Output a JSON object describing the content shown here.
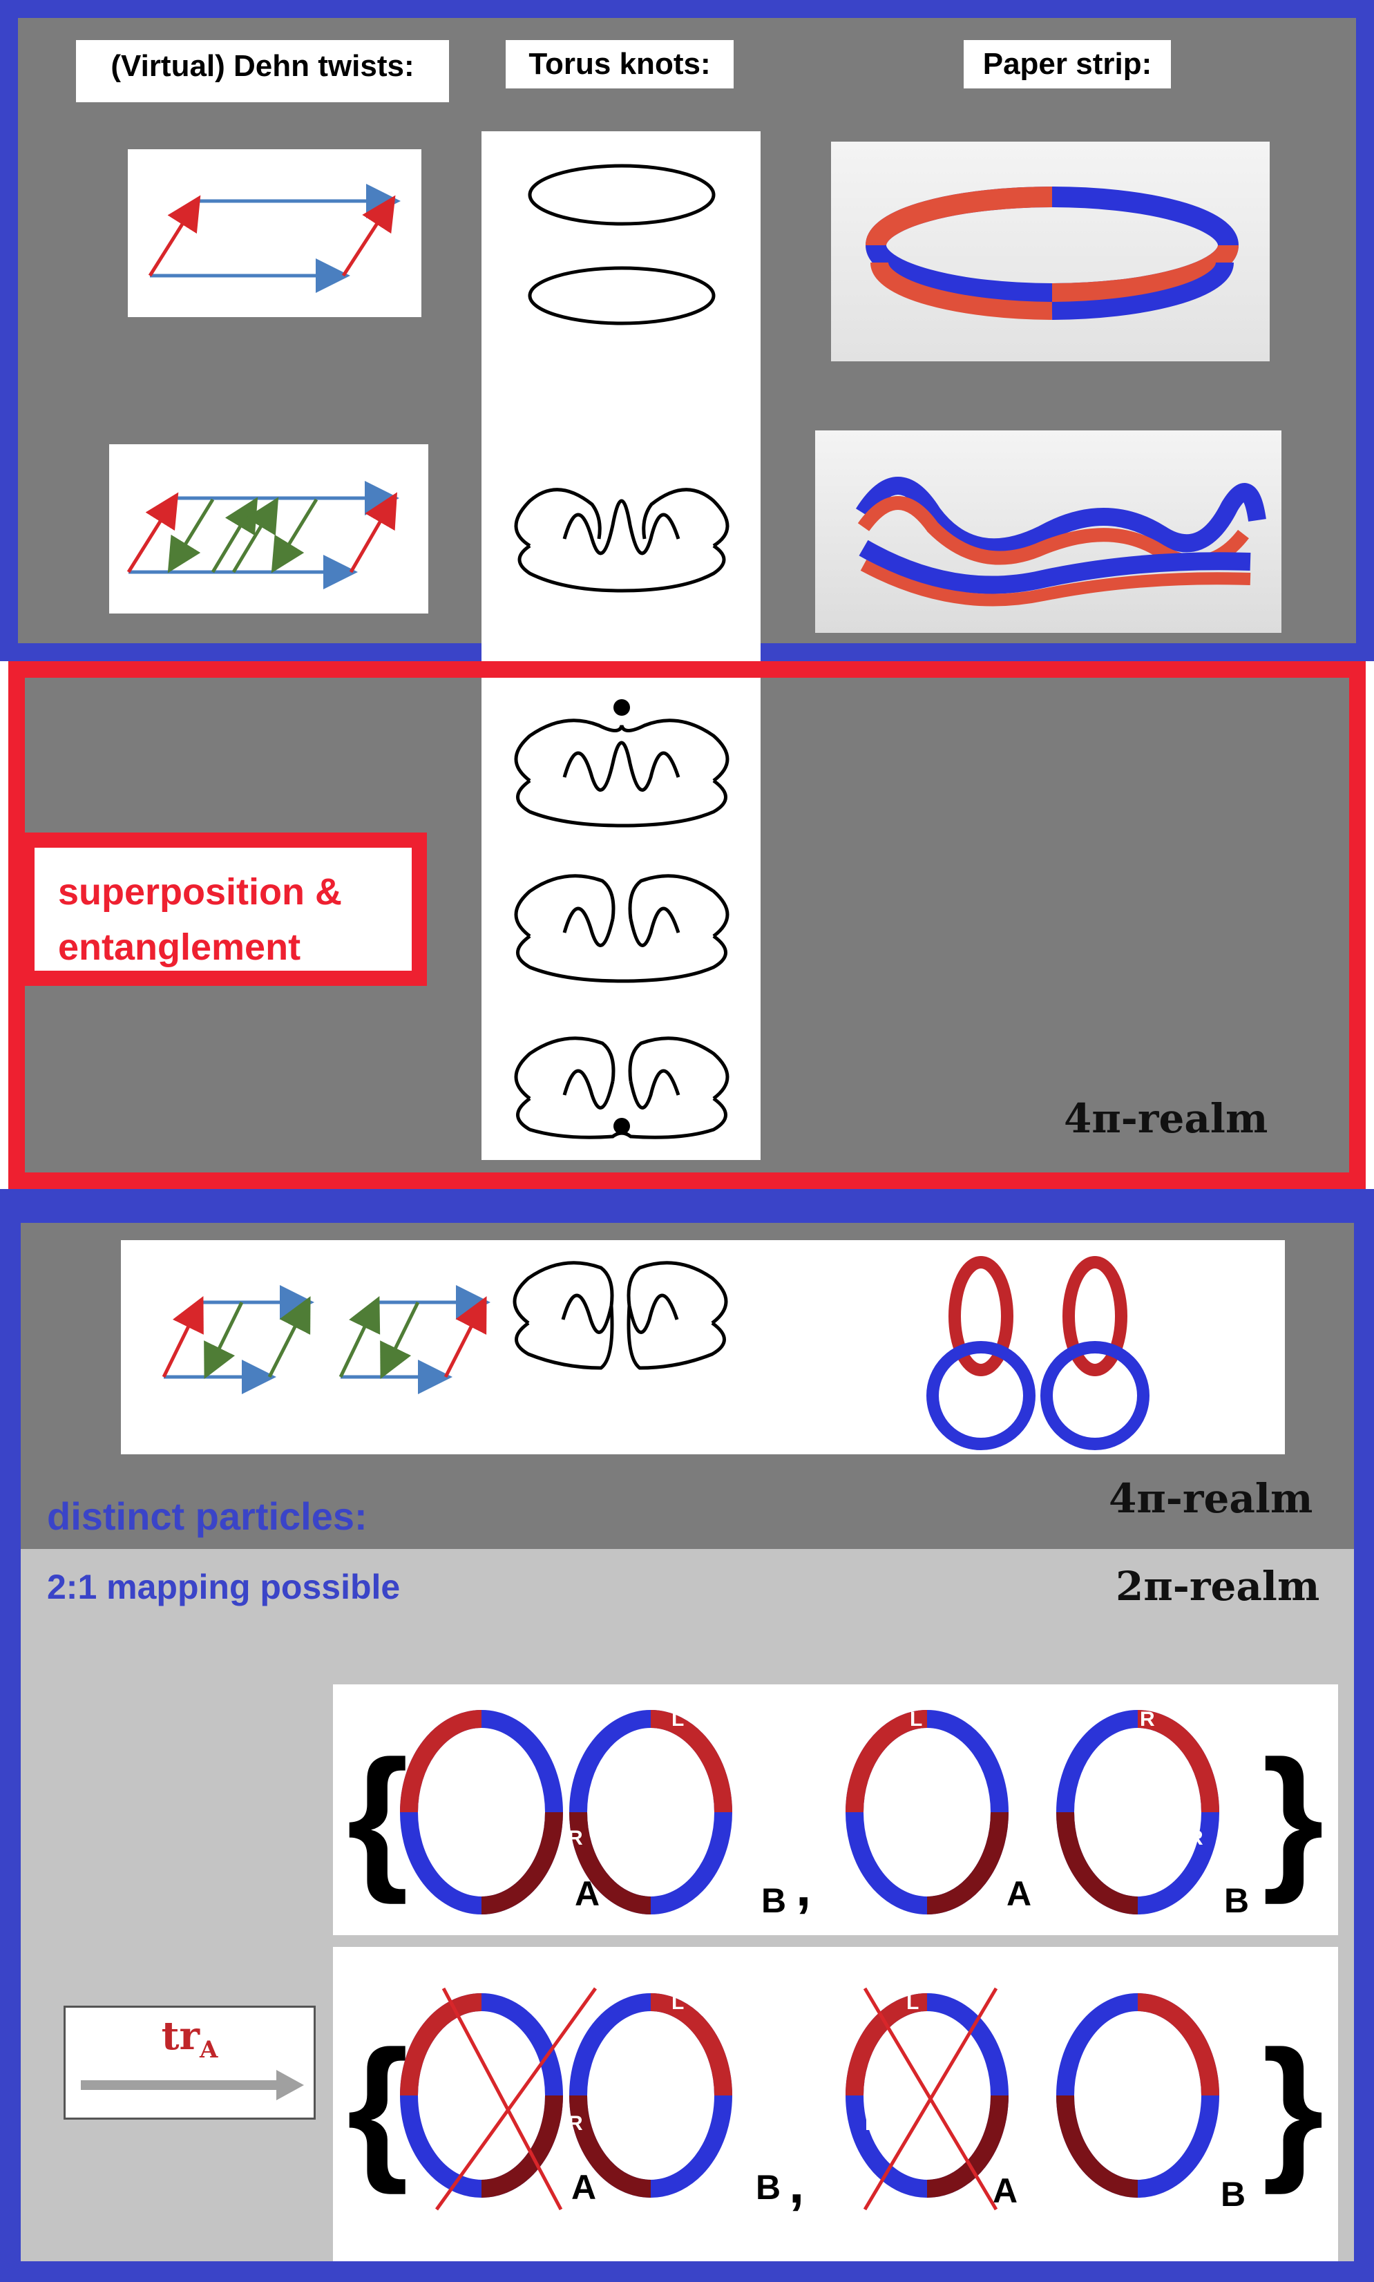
{
  "headers": {
    "dehn": "(Virtual) Dehn twists:",
    "torus": "Torus knots:",
    "paper": "Paper strip:"
  },
  "middle": {
    "box_line1": "superposition &",
    "box_line2": "entanglement",
    "realm": "4π-realm"
  },
  "bottom": {
    "realm4": "4π-realm",
    "realm2": "2π-realm",
    "distinct": "distinct particles:",
    "mapping": "2:1 mapping possible",
    "trace_base": "tr",
    "trace_sub": "A"
  },
  "set_labels": {
    "A": "A",
    "B": "B",
    "R": "R",
    "L": "L",
    "comma": ","
  },
  "colors": {
    "blue_frame": "#3a44c8",
    "red_frame": "#ee2030",
    "panel_gray": "#7c7c7c",
    "light_gray": "#c4c4c4",
    "ribbon_red": "#e0503a",
    "ribbon_blue": "#2b34d8"
  }
}
